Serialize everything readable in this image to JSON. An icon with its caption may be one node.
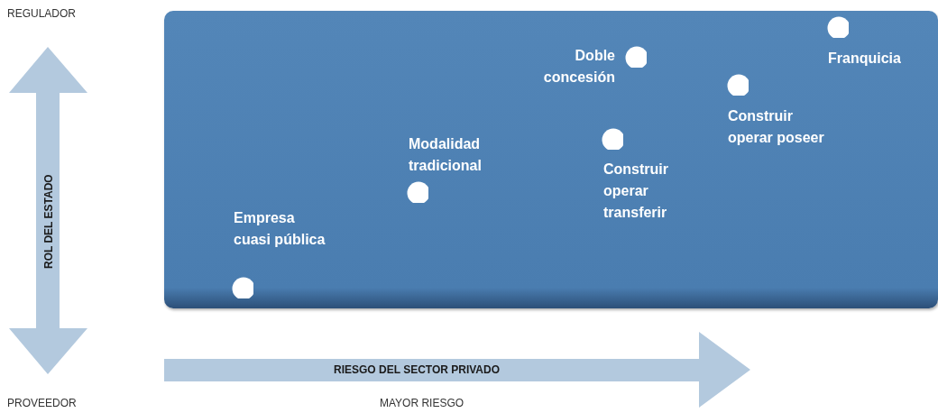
{
  "diagram": {
    "nodes": [
      {
        "text": [],
        "shape": "box"
      },
      {
        "text": [
          "Empresa cuasi pública"
        ],
        "in": 0
      },
      {
        "text": [
          "Modalidad tradicional"
        ],
        "in": 0
      },
      {
        "text": [
          "Doble concesión"
        ],
        "in": 0
      },
      {
        "text": [
          "Construir operar transferir"
        ],
        "in": 0
      },
      {
        "text": [
          "Construir operar poseer"
        ],
        "in": 0
      },
      {
        "text": [
          "Franquicia"
        ],
        "in": 0
      }
    ],
    "edges": [],
    "labels": [
      "REGULADOR",
      "ROL DEL ESTADO",
      "PROVEEDOR",
      "RIESGO DEL SECTOR PRIVADO",
      "MAYOR RIESGO"
    ]
  }
}
